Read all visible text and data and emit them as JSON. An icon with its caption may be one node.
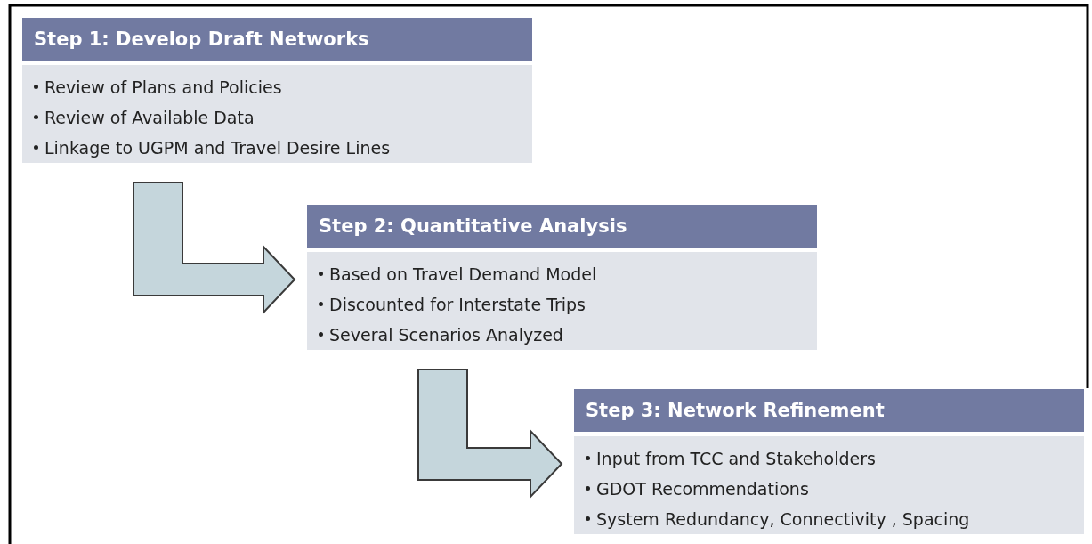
{
  "diagram": {
    "nodes": [
      {
        "text": [
          "Step 1: Develop Draft Networks",
          "Review of Plans and Policies",
          "Review of Available Data",
          "Linkage to UGPM and Travel Desire Lines"
        ]
      },
      {
        "text": [
          "Step 2: Quantitative Analysis",
          "Based on Travel Demand Model",
          "Discounted for Interstate Trips",
          "Several Scenarios Analyzed"
        ]
      },
      {
        "text": [
          "Step 3: Network Refinement",
          "Input from TCC and Stakeholders",
          "GDOT Recommendations",
          "System Redundancy, Connectivity , Spacing"
        ]
      }
    ],
    "edges": [
      {
        "from": 0,
        "to": 1,
        "arrow": "to"
      },
      {
        "from": 1,
        "to": 2,
        "arrow": "to"
      }
    ]
  }
}
